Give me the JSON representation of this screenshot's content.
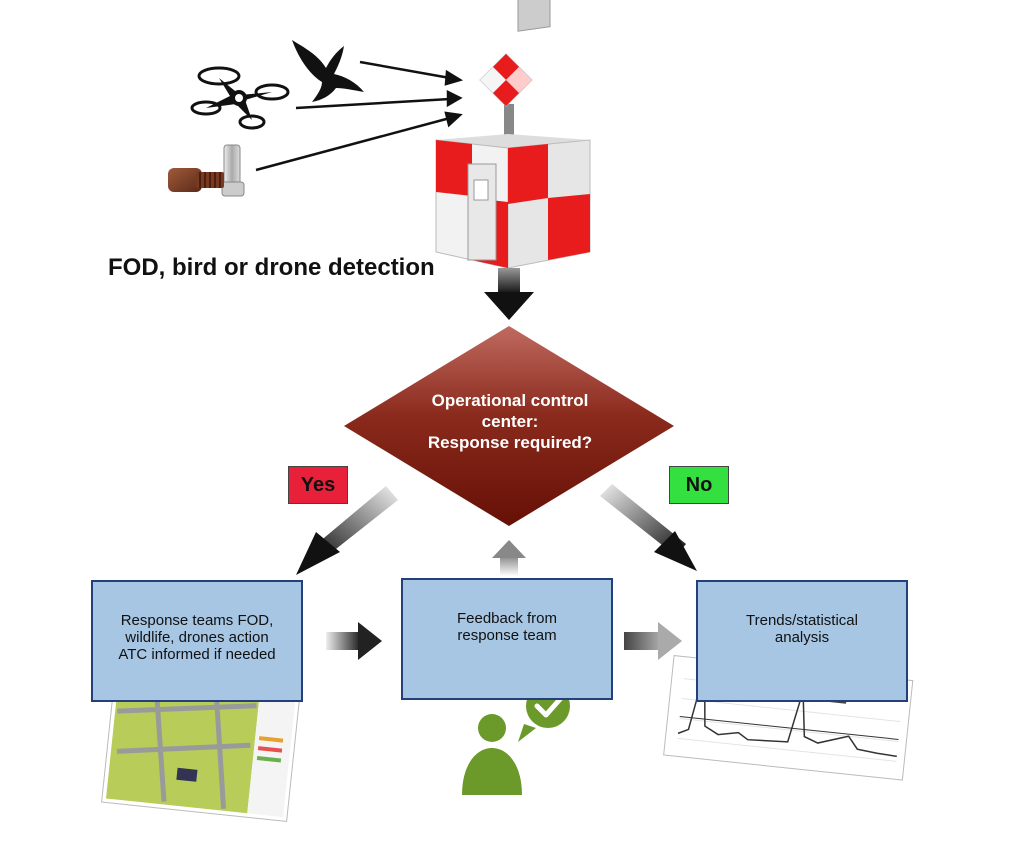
{
  "diagram": {
    "detection_label": "FOD, bird or drone detection",
    "decision": {
      "line1": "Operational control",
      "line2": "center:",
      "line3": "Response required?"
    },
    "yes_label": "Yes",
    "no_label": "No",
    "box_left": {
      "line1": "Response teams FOD,",
      "line2": "wildlife, drones action",
      "line3": "ATC informed if needed"
    },
    "box_middle": {
      "line1": "Feedback from",
      "line2": "response team"
    },
    "box_right": {
      "line1": "Trends/statistical",
      "line2": "analysis"
    }
  },
  "colors": {
    "yes": "#e8203a",
    "no": "#33e040",
    "box_fill": "#a6c6e4",
    "box_border": "#24407a",
    "diamond_top": "#b5584f",
    "diamond_bottom": "#6e1208",
    "person_icon": "#6b9a2a",
    "sensor_red": "#e81c1c"
  }
}
